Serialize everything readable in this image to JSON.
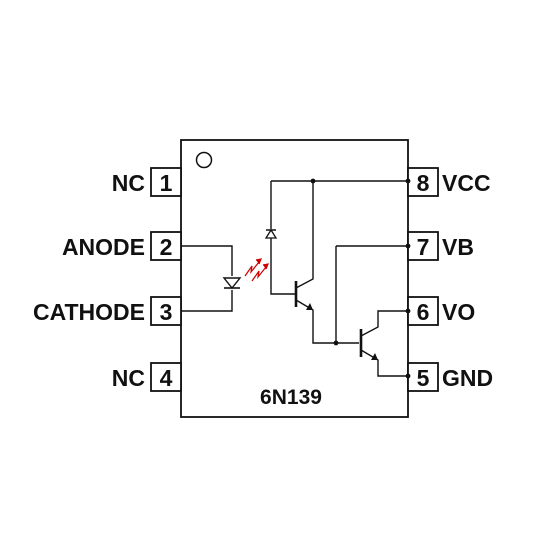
{
  "part_number": "6N139",
  "pins": [
    {
      "number": "1",
      "name": "NC"
    },
    {
      "number": "2",
      "name": "ANODE"
    },
    {
      "number": "3",
      "name": "CATHODE"
    },
    {
      "number": "4",
      "name": "NC"
    },
    {
      "number": "5",
      "name": "GND"
    },
    {
      "number": "6",
      "name": "VO"
    },
    {
      "number": "7",
      "name": "VB"
    },
    {
      "number": "8",
      "name": "VCC"
    }
  ],
  "colors": {
    "line": "#111111",
    "light_arrow": "#cc0000",
    "background": "#ffffff"
  },
  "icons": {
    "pin1_marker": "circle-dot",
    "led": "led-diode",
    "photodiode": "photodiode",
    "transistors": "npn-darlington"
  }
}
